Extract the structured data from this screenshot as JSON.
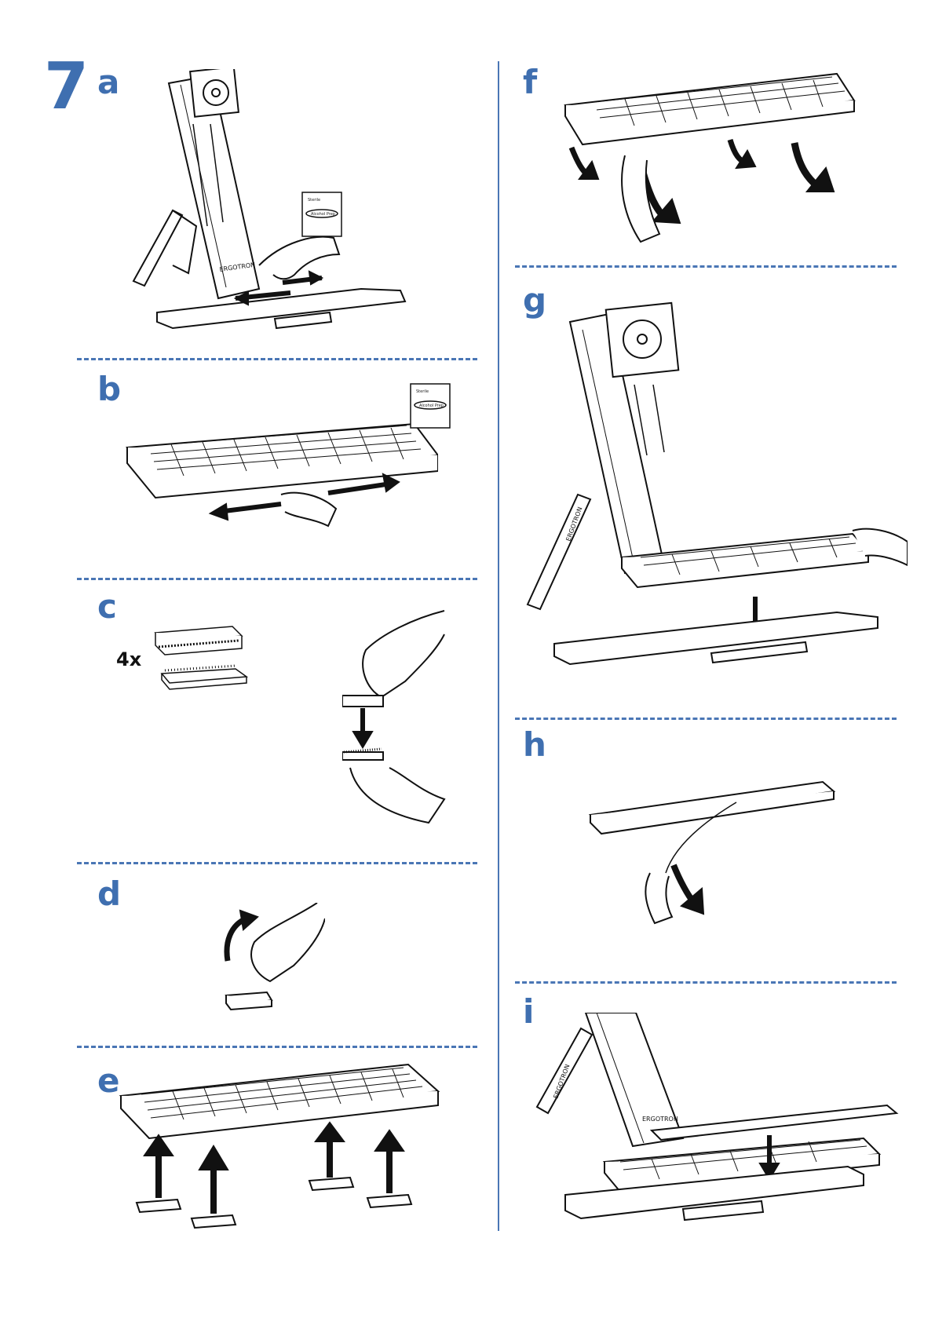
{
  "step": {
    "number": "7"
  },
  "panels": [
    {
      "letter": "a"
    },
    {
      "letter": "b"
    },
    {
      "letter": "c",
      "count": "4x"
    },
    {
      "letter": "d"
    },
    {
      "letter": "e"
    },
    {
      "letter": "f"
    },
    {
      "letter": "g"
    },
    {
      "letter": "h"
    },
    {
      "letter": "i"
    }
  ],
  "wipe_packet": {
    "brand": "Sterile",
    "label": "Alcohol Prep"
  },
  "stand": {
    "logo": "ERGOTRON"
  },
  "colors": {
    "accent": "#3f6fb0",
    "line": "#111111"
  },
  "icons": [
    "arrow-left-icon",
    "arrow-right-icon",
    "arrow-down-icon",
    "arrow-up-icon",
    "curved-arrow-icon",
    "hand-icon"
  ]
}
